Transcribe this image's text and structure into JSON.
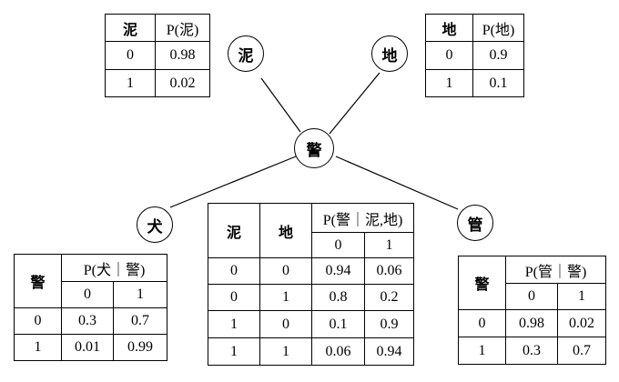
{
  "nodes": {
    "mud": "泥",
    "earth": "地",
    "police": "警",
    "dog": "犬",
    "pipe": "管"
  },
  "cpt_mud": {
    "col_var": "泥",
    "col_prob": "P(泥)",
    "rows": [
      [
        "0",
        "0.98"
      ],
      [
        "1",
        "0.02"
      ]
    ]
  },
  "cpt_earth": {
    "col_var": "地",
    "col_prob": "P(地)",
    "rows": [
      [
        "0",
        "0.9"
      ],
      [
        "1",
        "0.1"
      ]
    ]
  },
  "cpt_police": {
    "col_a": "泥",
    "col_b": "地",
    "header": "P(警｜泥,地)",
    "sub0": "0",
    "sub1": "1",
    "rows": [
      [
        "0",
        "0",
        "0.94",
        "0.06"
      ],
      [
        "0",
        "1",
        "0.8",
        "0.2"
      ],
      [
        "1",
        "0",
        "0.1",
        "0.9"
      ],
      [
        "1",
        "1",
        "0.06",
        "0.94"
      ]
    ]
  },
  "cpt_dog": {
    "col_var": "警",
    "header": "P(犬｜警)",
    "sub0": "0",
    "sub1": "1",
    "rows": [
      [
        "0",
        "0.3",
        "0.7"
      ],
      [
        "1",
        "0.01",
        "0.99"
      ]
    ]
  },
  "cpt_pipe": {
    "col_var": "警",
    "header": "P(管｜警)",
    "sub0": "0",
    "sub1": "1",
    "rows": [
      [
        "0",
        "0.98",
        "0.02"
      ],
      [
        "1",
        "0.3",
        "0.7"
      ]
    ]
  }
}
